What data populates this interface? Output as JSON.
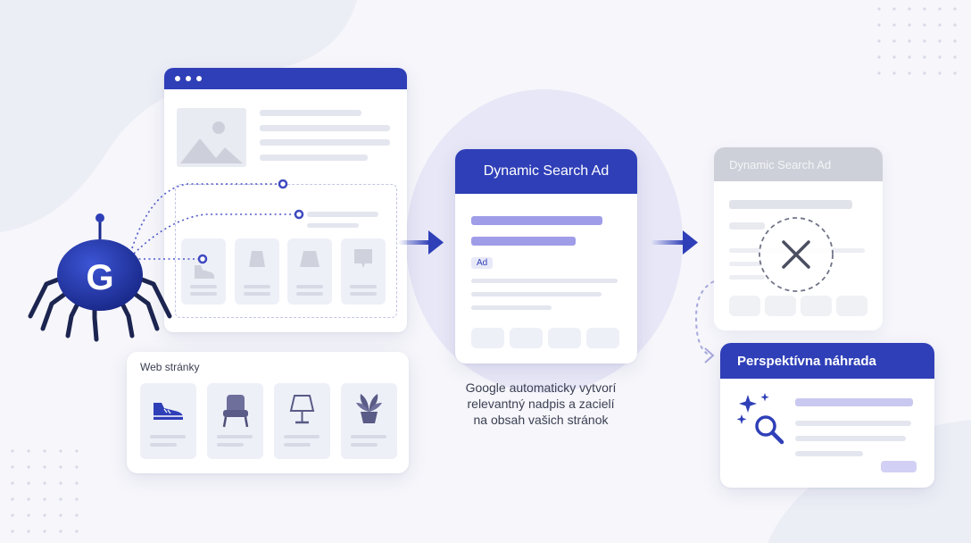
{
  "dsa_card": {
    "title": "Dynamic Search Ad",
    "ad_badge": "Ad"
  },
  "dsa_card_faded": {
    "title": "Dynamic Search Ad"
  },
  "replacement_card": {
    "title": "Perspektívna náhrada"
  },
  "web_pages_panel": {
    "label": "Web stránky"
  },
  "caption": {
    "line1": "Google automaticky vytvorí",
    "line2": "relevantný nadpis a zacielí",
    "line3": "na obsah vašich stránok"
  },
  "crawler": {
    "letter": "G"
  },
  "colors": {
    "brand_blue": "#2f3fb8",
    "accent_purple": "#9f9de8",
    "faded_gray": "#cdd0d8",
    "background": "#f6f6fb"
  },
  "icons": [
    "image-icon",
    "shoe-icon",
    "chair-icon",
    "lamp-icon",
    "plant-icon",
    "arrow-right-icon",
    "close-icon",
    "sparkle-icon",
    "magnifier-icon",
    "spider-bot-icon"
  ]
}
